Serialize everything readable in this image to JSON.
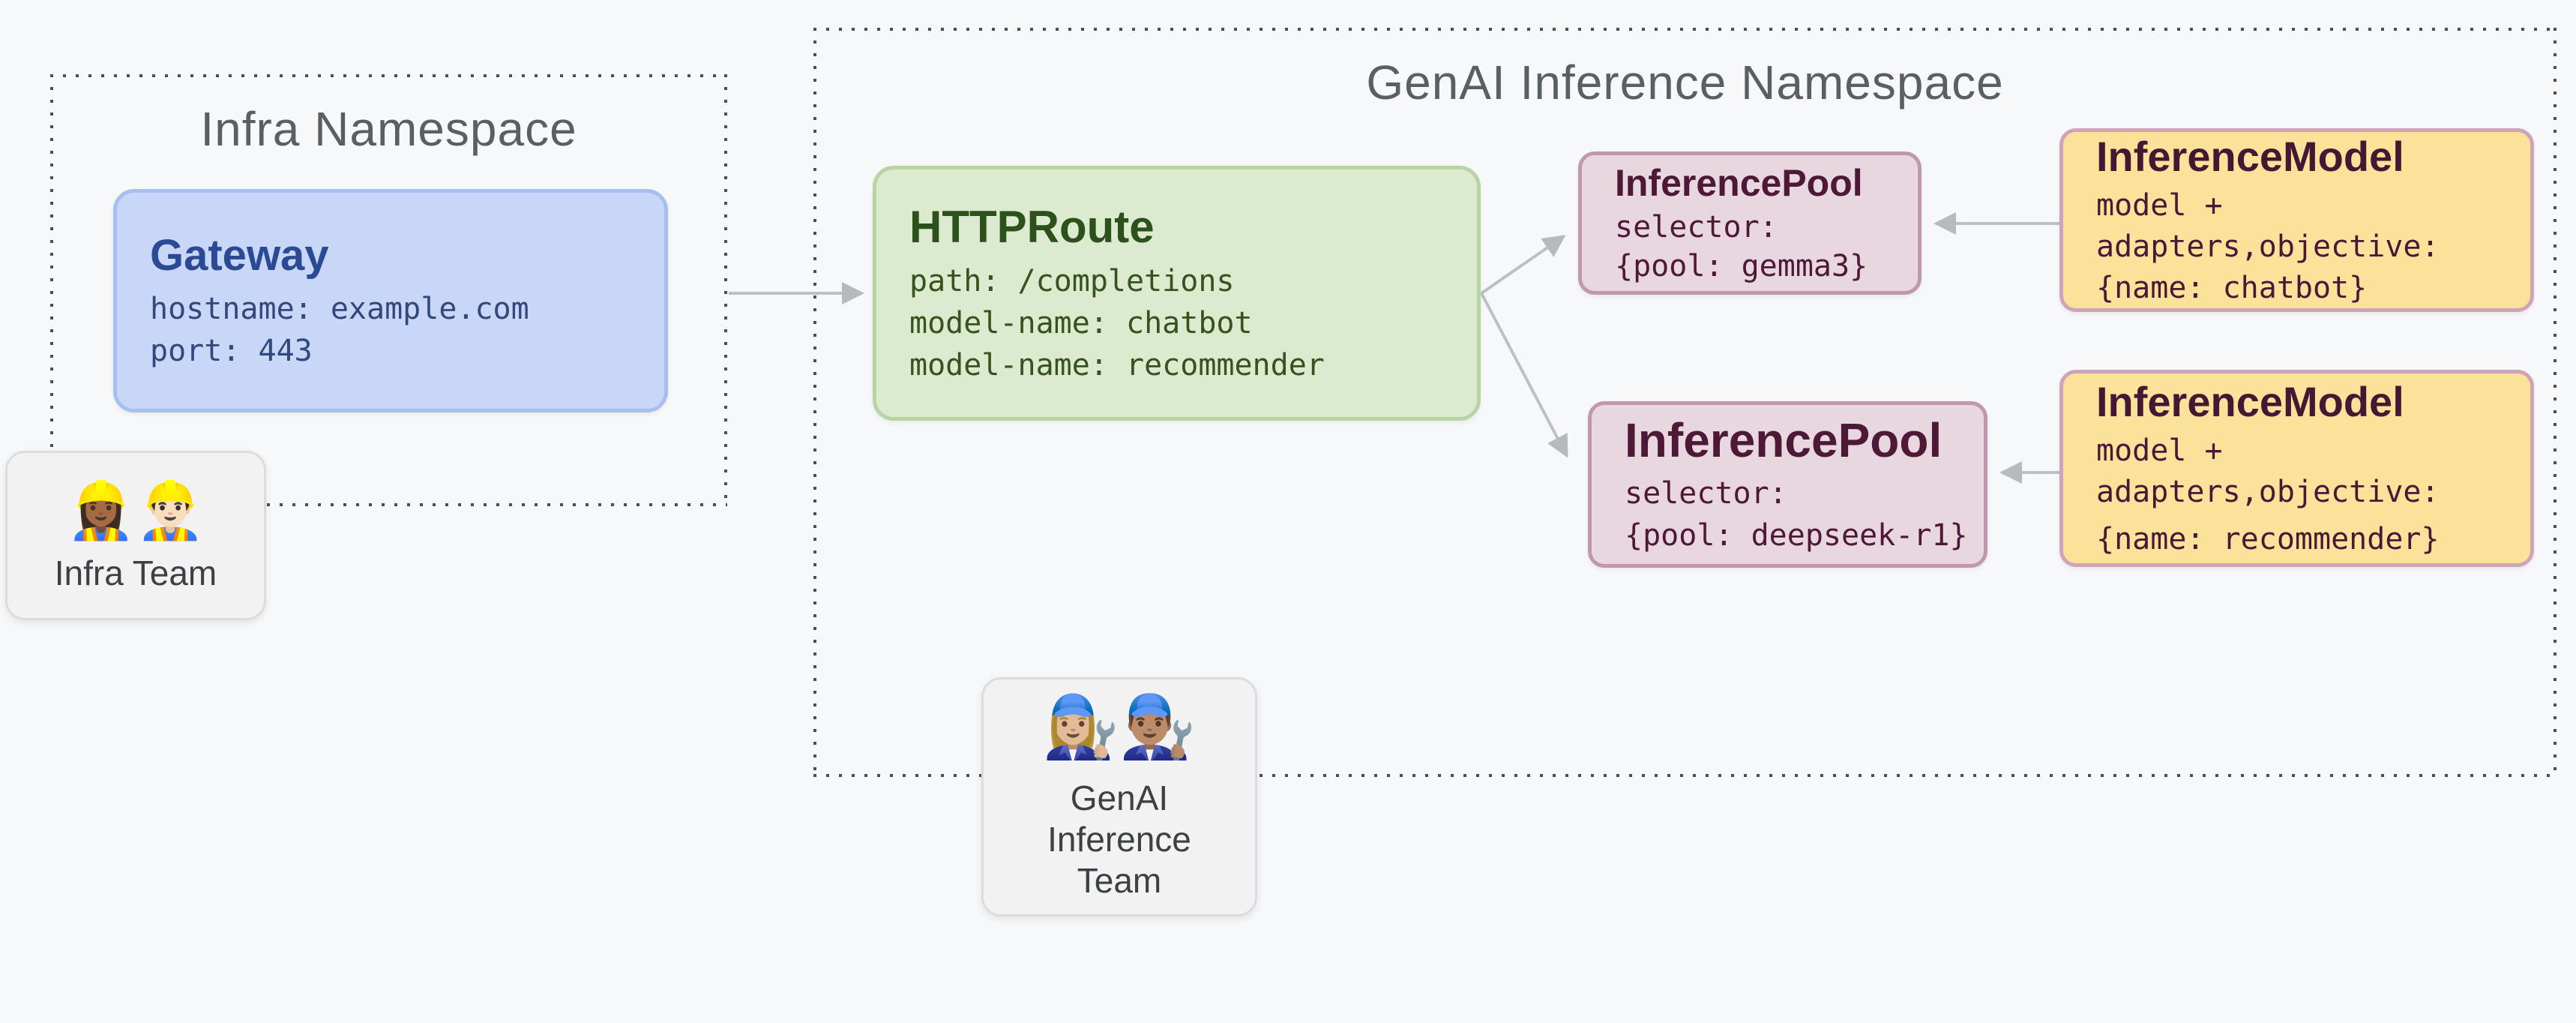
{
  "canvas": {
    "background": "#f7f8fa"
  },
  "namespaces": {
    "infra": {
      "title": "Infra Namespace"
    },
    "genai": {
      "title": "GenAI Inference Namespace"
    }
  },
  "nodes": {
    "gateway": {
      "title": "Gateway",
      "lines": [
        "hostname: example.com",
        "port: 443"
      ]
    },
    "httproute": {
      "title": "HTTPRoute",
      "lines": [
        "path: /completions",
        "model-name: chatbot",
        "model-name: recommender"
      ]
    },
    "inference_pool_1": {
      "title": "InferencePool",
      "lines": [
        "selector:",
        "{pool: gemma3}"
      ]
    },
    "inference_model_1": {
      "title": "InferenceModel",
      "lines": [
        "model +",
        "adapters,objective:",
        "{name: chatbot}"
      ]
    },
    "inference_pool_2": {
      "title": "InferencePool",
      "lines": [
        "selector:",
        "{pool: deepseek-r1}"
      ]
    },
    "inference_model_2": {
      "title": "InferenceModel",
      "lines": [
        "model +",
        "adapters,objective:",
        "{name: recommender}"
      ]
    }
  },
  "teams": {
    "infra": {
      "emojis": "👷🏾‍♀️👷🏻‍♂️",
      "label": "Infra Team"
    },
    "genai": {
      "emojis": "👩🏼‍🔧👨🏽‍🔧",
      "label": "GenAI Inference Team"
    }
  },
  "edges": [
    {
      "from": "infra-namespace",
      "to": "httproute"
    },
    {
      "from": "httproute",
      "to": "inference_pool_1"
    },
    {
      "from": "httproute",
      "to": "inference_pool_2"
    },
    {
      "from": "inference_model_1",
      "to": "inference_pool_1"
    },
    {
      "from": "inference_model_2",
      "to": "inference_pool_2"
    }
  ],
  "colors": {
    "background": "#f7f8fa",
    "namespace_dotted_border": "#4e4e4e",
    "namespace_title_text": "#5c5f62",
    "gateway_fill": "#c8d7f8",
    "gateway_border": "#a7bef0",
    "gateway_title_text": "#2a4a96",
    "gateway_body_text": "#31487e",
    "httproute_fill": "#dceacf",
    "httproute_border": "#b7d5a0",
    "httproute_text": "#2c511a",
    "inference_pool_fill": "#e8d7df",
    "inference_pool_border": "#c098ae",
    "inference_pool_text": "#4e1936",
    "inference_model_fill": "#fae29b",
    "inference_model_border": "#cfa3b8",
    "inference_model_text": "#461733",
    "team_fill": "#f2f2f3",
    "team_border": "#dcdcdd",
    "team_text": "#3e4043",
    "arrow": "#bcc0c4"
  }
}
